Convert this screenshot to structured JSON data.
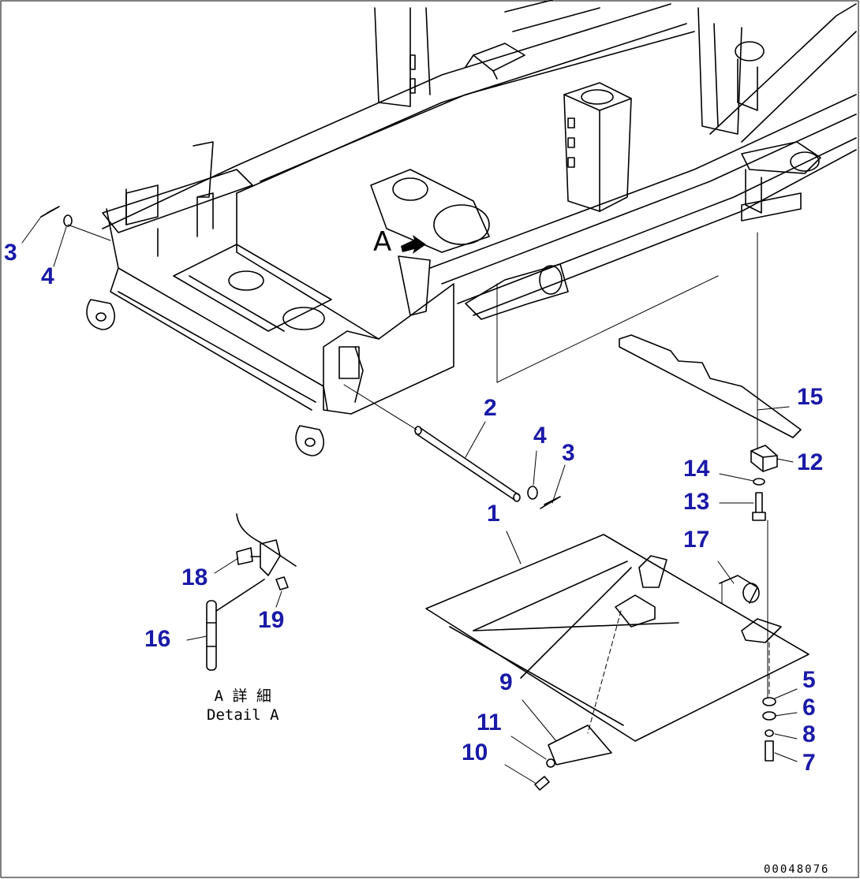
{
  "callouts": {
    "c1": "1",
    "c2": "2",
    "c3a": "3",
    "c3b": "3",
    "c4a": "4",
    "c4b": "4",
    "c5": "5",
    "c6": "6",
    "c7": "7",
    "c8": "8",
    "c9": "9",
    "c10": "10",
    "c11": "11",
    "c12": "12",
    "c13": "13",
    "c14": "14",
    "c15": "15",
    "c16": "16",
    "c17": "17",
    "c18": "18",
    "c19": "19"
  },
  "detail": {
    "view_letter": "A",
    "label_jp": "A 詳 細",
    "label_en": "Detail A"
  },
  "drawing_code": "00048076",
  "colors": {
    "callout": "#1a1aa8",
    "line": "#000000"
  }
}
